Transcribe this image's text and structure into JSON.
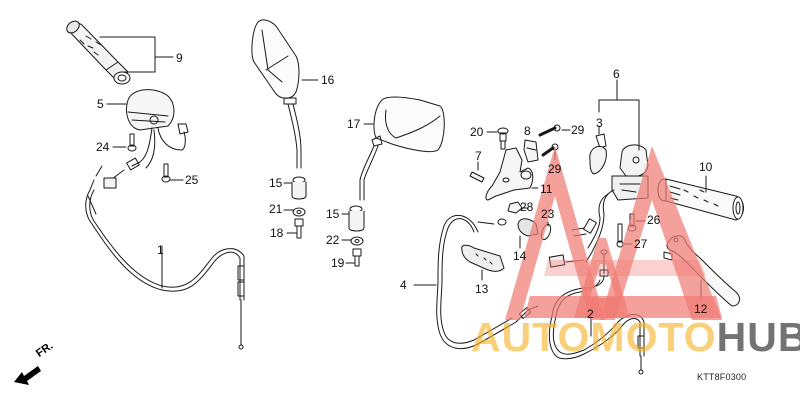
{
  "diagram": {
    "type": "exploded parts diagram",
    "subject": "Handlebar switches, grips, mirrors, levers and cables",
    "reference_code": "KTT8F0300",
    "direction_indicator": "FR.",
    "callouts": [
      {
        "id": "1",
        "part": "throttle cable"
      },
      {
        "id": "2",
        "part": "clutch cable (lower)"
      },
      {
        "id": "3",
        "part": "switch component"
      },
      {
        "id": "4",
        "part": "clutch cable"
      },
      {
        "id": "5",
        "part": "right handlebar switch"
      },
      {
        "id": "6",
        "part": "left handlebar switch assembly"
      },
      {
        "id": "7",
        "part": "clip / pin"
      },
      {
        "id": "8",
        "part": "clutch switch"
      },
      {
        "id": "9",
        "part": "throttle grip assembly"
      },
      {
        "id": "10",
        "part": "left grip"
      },
      {
        "id": "11",
        "part": "clutch lever bracket"
      },
      {
        "id": "12",
        "part": "clutch lever"
      },
      {
        "id": "13",
        "part": "boot"
      },
      {
        "id": "14",
        "part": "cable adjuster cover"
      },
      {
        "id": "15",
        "part": "mirror adapter"
      },
      {
        "id": "16",
        "part": "right rearview mirror"
      },
      {
        "id": "17",
        "part": "left rearview mirror"
      },
      {
        "id": "18",
        "part": "adapter bolt (right)"
      },
      {
        "id": "19",
        "part": "adapter bolt (left)"
      },
      {
        "id": "20",
        "part": "lever pivot bolt"
      },
      {
        "id": "21",
        "part": "nut"
      },
      {
        "id": "22",
        "part": "nut"
      },
      {
        "id": "23",
        "part": "clip"
      },
      {
        "id": "24",
        "part": "screw"
      },
      {
        "id": "25",
        "part": "screw"
      },
      {
        "id": "26",
        "part": "screw"
      },
      {
        "id": "27",
        "part": "screw"
      },
      {
        "id": "28",
        "part": "nut"
      },
      {
        "id": "29",
        "part": "screw"
      }
    ]
  },
  "labels": {
    "l9": "9",
    "l5": "5",
    "l24": "24",
    "l25": "25",
    "l1": "1",
    "l16": "16",
    "l17": "17",
    "l15a": "15",
    "l21": "21",
    "l18": "18",
    "l15b": "15",
    "l22": "22",
    "l19": "19",
    "l20": "20",
    "l7": "7",
    "l8": "8",
    "l29a": "29",
    "l29b": "29",
    "l11": "11",
    "l28": "28",
    "l23": "23",
    "l14": "14",
    "l13": "13",
    "l4": "4",
    "l6": "6",
    "l3": "3",
    "l10": "10",
    "l26": "26",
    "l27": "27",
    "l2": "2",
    "l12": "12"
  },
  "watermark": {
    "text_part1": "AUTOMOTO",
    "text_part2": "HUB",
    "logo_color": "#f28b86",
    "text1_color": "#f7b228",
    "text2_color": "#606060"
  },
  "colors": {
    "background": "#ffffff",
    "line": "#1a1a1a"
  }
}
